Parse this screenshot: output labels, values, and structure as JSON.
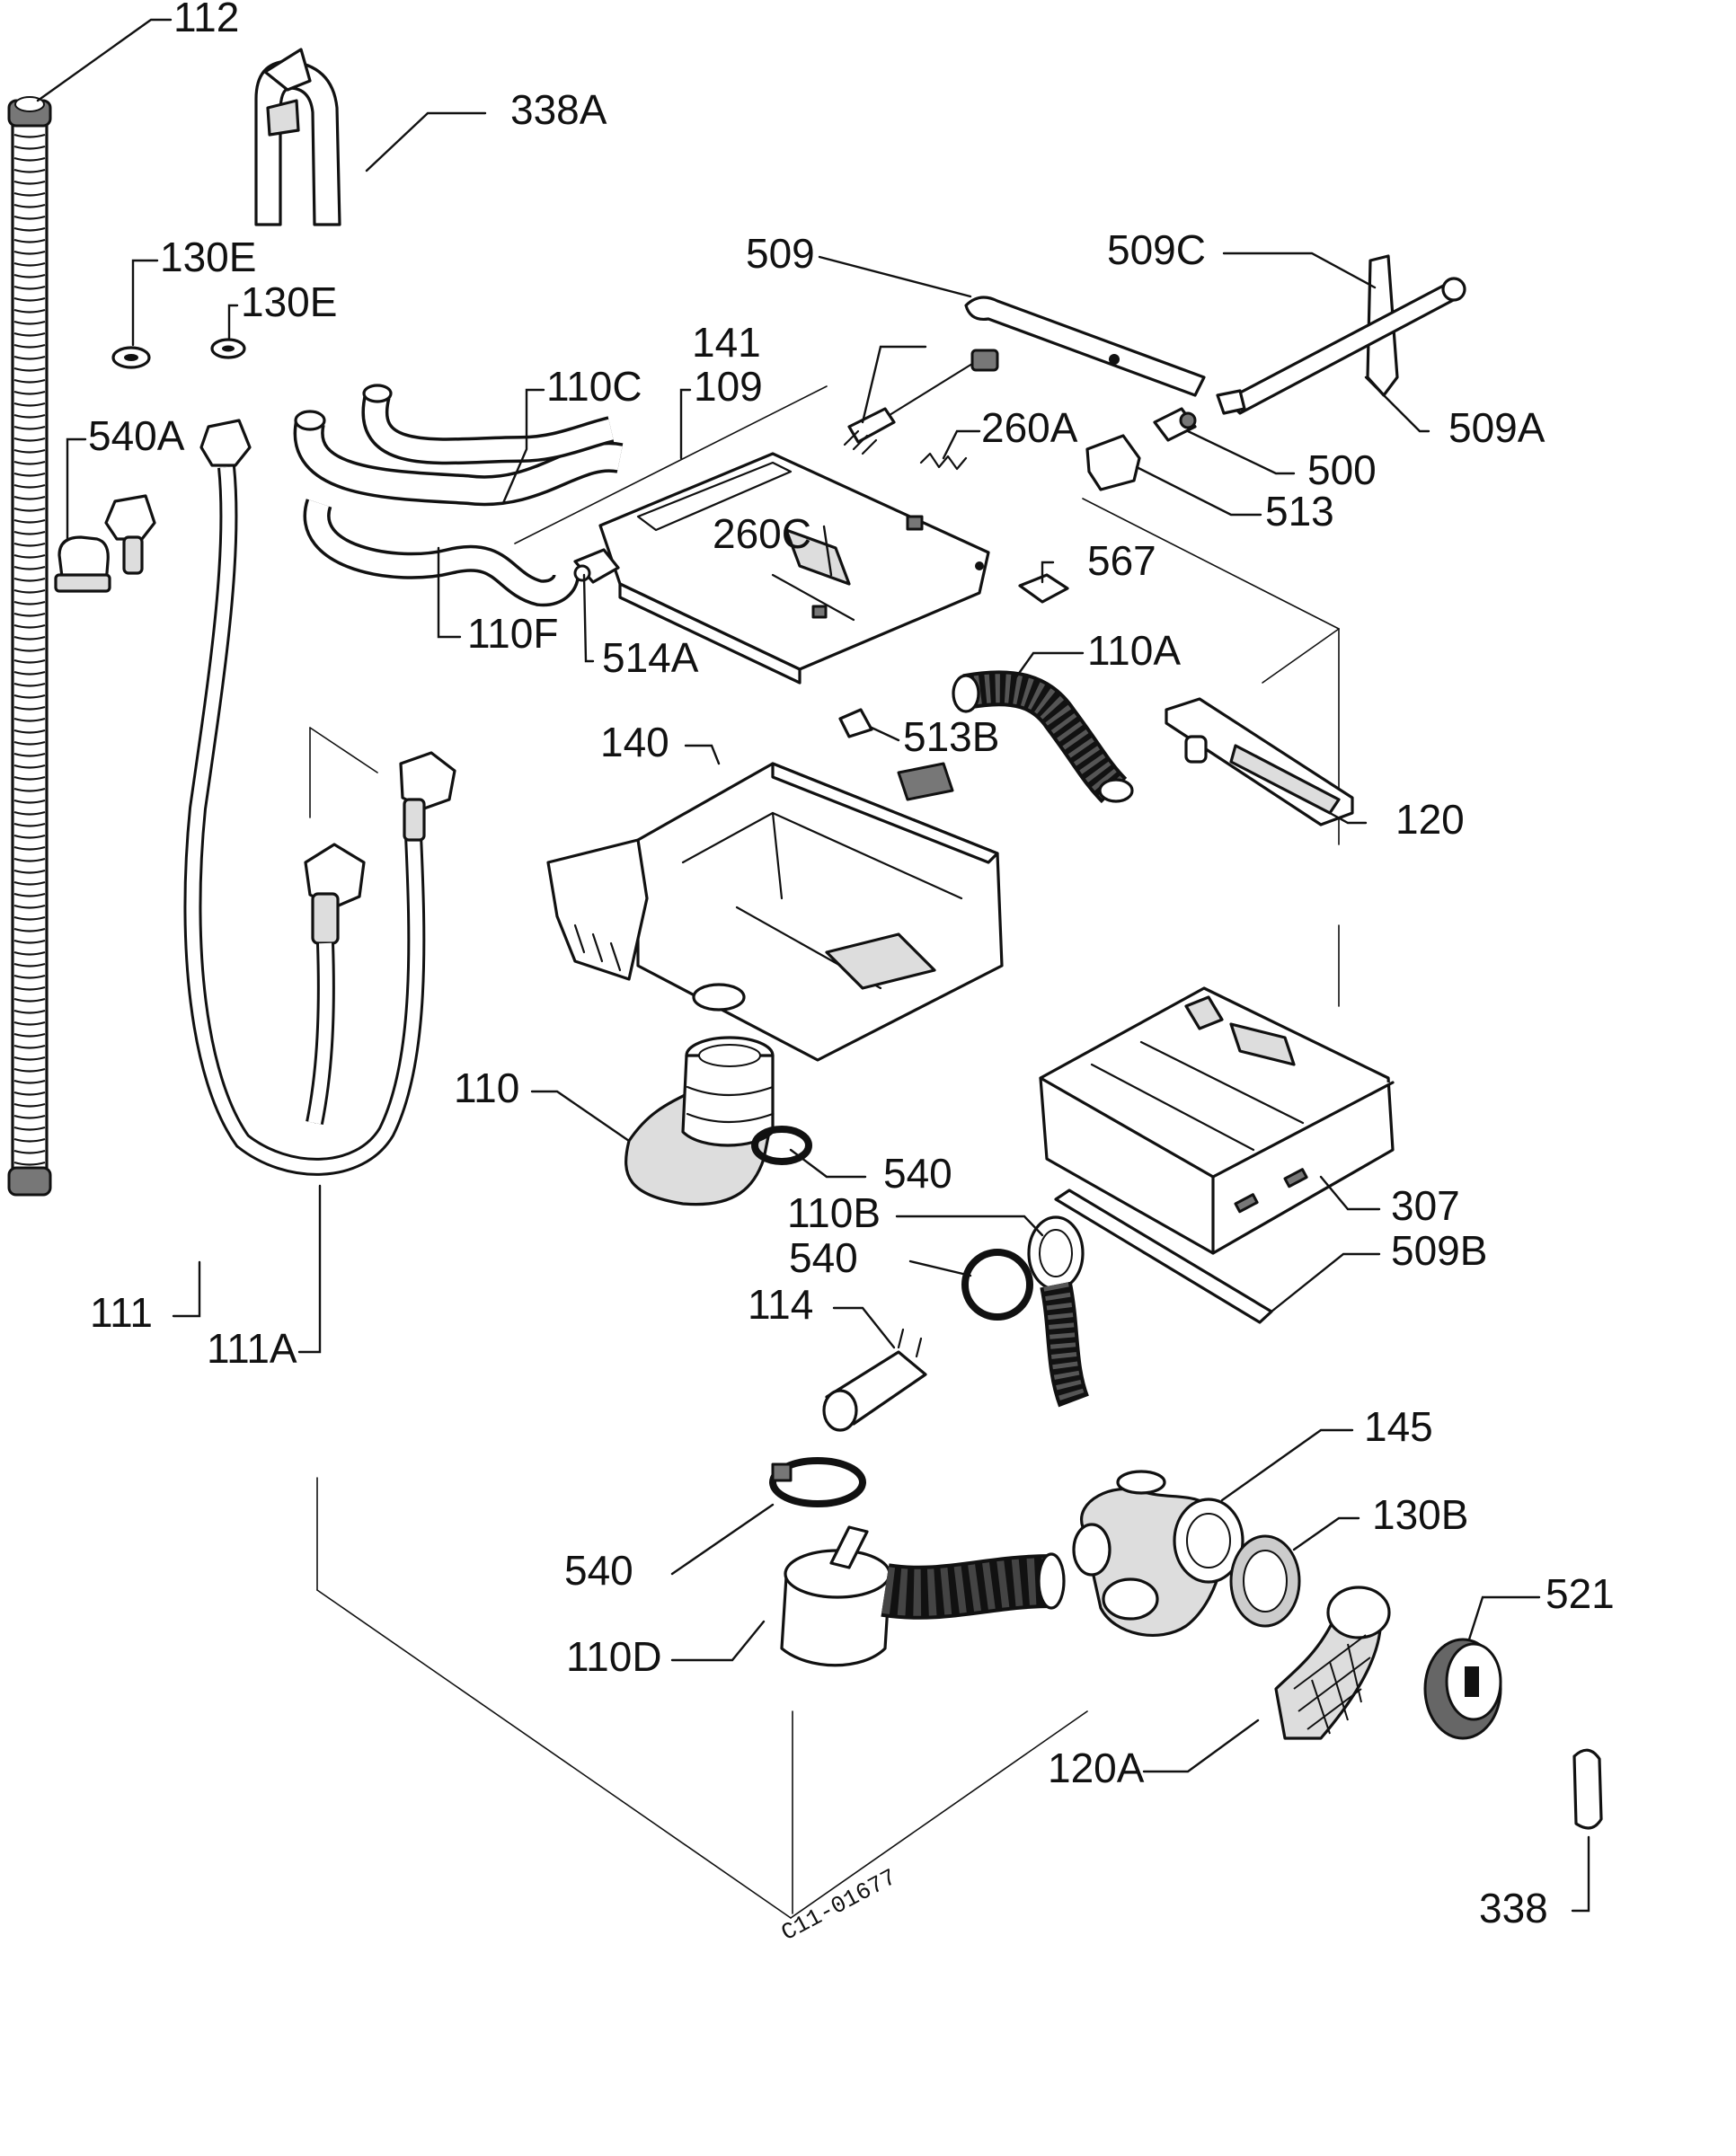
{
  "labels": {
    "p112": "112",
    "p338a": "338A",
    "p130e_1": "130E",
    "p130e_2": "130E",
    "p540a": "540A",
    "p110c": "110C",
    "p109": "109",
    "p141": "141",
    "p509": "509",
    "p509c": "509C",
    "p509a": "509A",
    "p260a": "260A",
    "p500": "500",
    "p513": "513",
    "p260c": "260C",
    "p567": "567",
    "p110f": "110F",
    "p514a": "514A",
    "p110a": "110A",
    "p140": "140",
    "p513b": "513B",
    "p120": "120",
    "p110": "110",
    "p540_1": "540",
    "p307": "307",
    "p110b": "110B",
    "p540_2": "540",
    "p509b": "509B",
    "p114": "114",
    "p111": "111",
    "p111a": "111A",
    "p145": "145",
    "p130b": "130B",
    "p521": "521",
    "p540_3": "540",
    "p110d": "110D",
    "p120a": "120A",
    "p338": "338"
  },
  "drawing_code": "C11-01677"
}
